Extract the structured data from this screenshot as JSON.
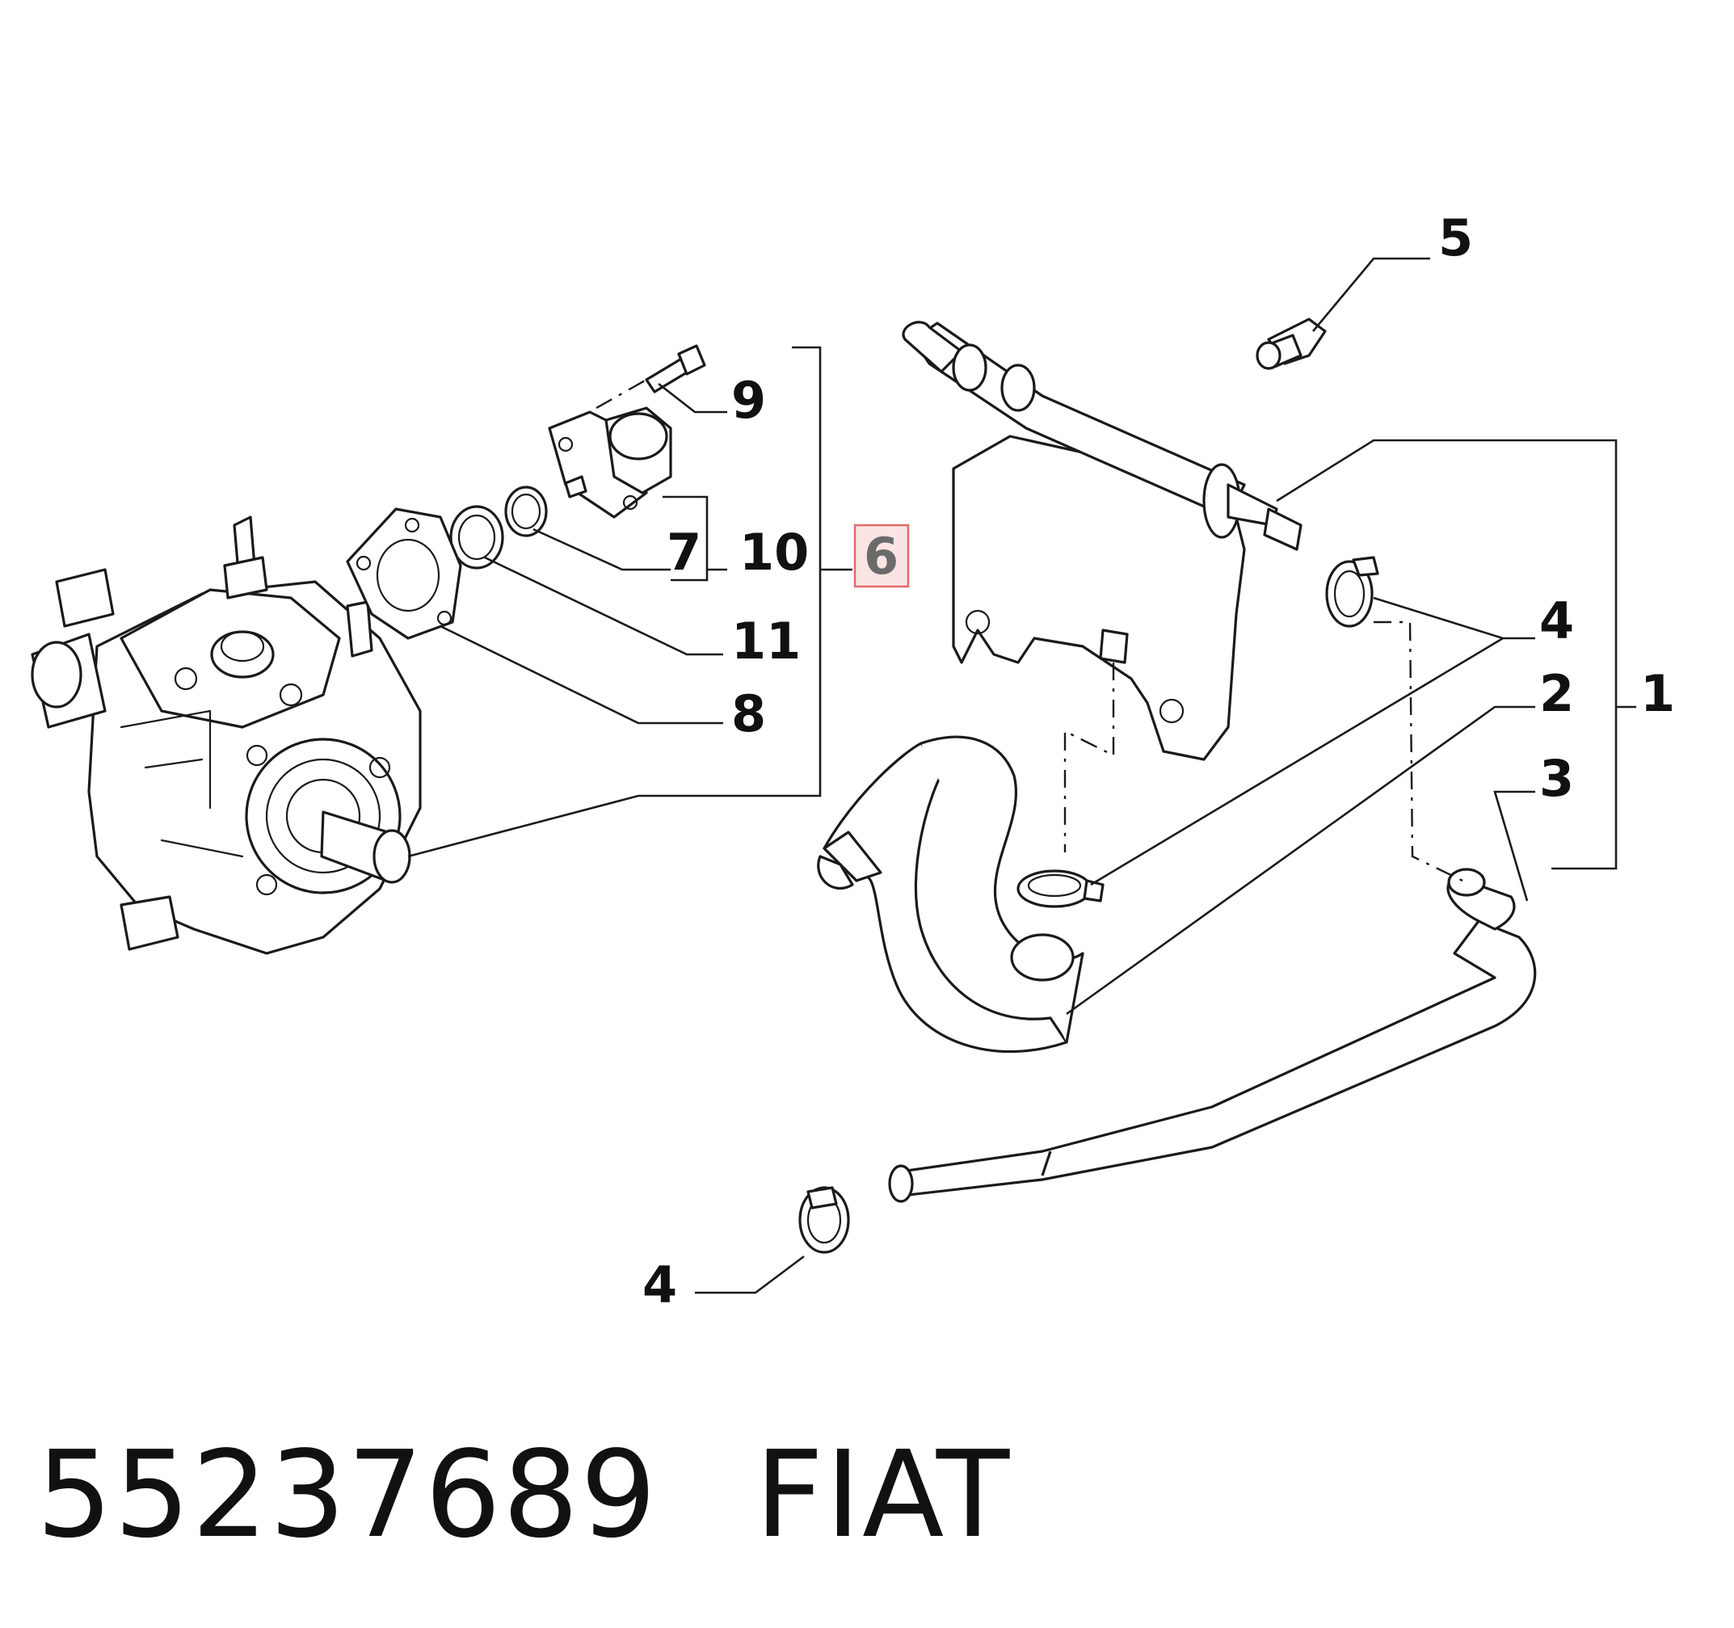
{
  "diagram": {
    "callouts": {
      "c1": "1",
      "c2": "2",
      "c3": "3",
      "c4a": "4",
      "c4b": "4",
      "c5": "5",
      "c6": "6",
      "c7": "7",
      "c8": "8",
      "c9": "9",
      "c10": "10",
      "c11": "11"
    },
    "highlighted_callout": "6",
    "highlight_color": "#e06a6a"
  },
  "footer": {
    "part_number": "55237689",
    "brand": "FIAT"
  }
}
